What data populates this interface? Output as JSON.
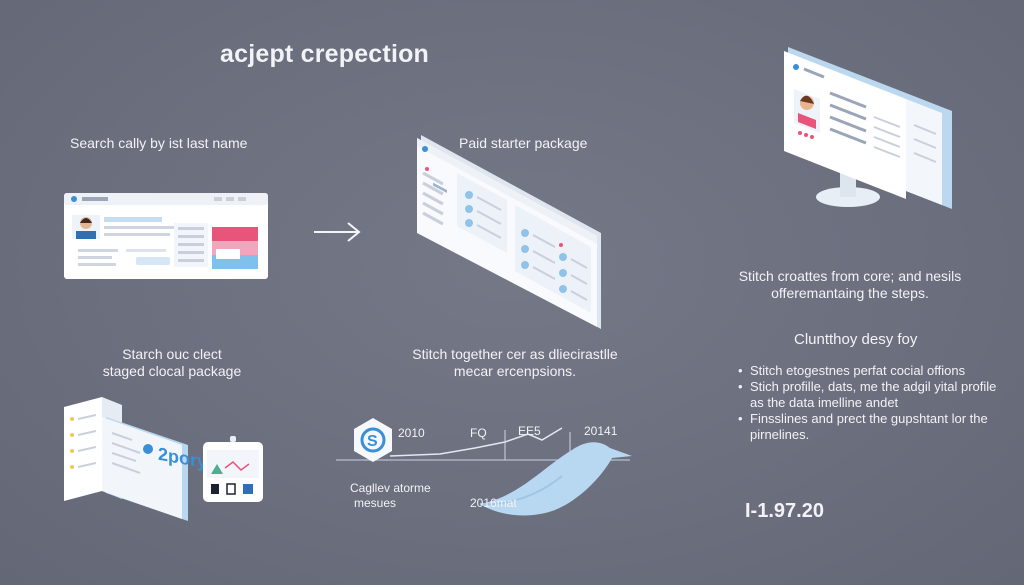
{
  "title": "acjept crepection",
  "arrow_icon": "arrow-right-icon",
  "sections": {
    "search": {
      "label": "Search cally by ist last name"
    },
    "starter": {
      "label": "Paid starter package"
    },
    "profile_desc": {
      "lines": [
        "Stitch croattes from core; and nesils",
        "offeremantaing the steps."
      ]
    },
    "staged": {
      "lines": [
        "Starch ouc clect",
        "staged clocal package"
      ]
    },
    "stitch": {
      "lines": [
        "Stitch together cer as dliecirastlle",
        "mecar ercenpsions."
      ]
    },
    "clunthoy": {
      "label": "Cluntthoy desy foy"
    }
  },
  "bullets": [
    "Stitch etogestnes perfat cocial offions",
    "Stich profille, dats, me the adgil yital profile as the data imelline andet",
    "Finsslines and prect the gupshtant lor the pirnelines."
  ],
  "timeline": {
    "labels": [
      "2010",
      "FQ",
      "EE5",
      "20141"
    ],
    "bottom_left": [
      "Cagllev atorme",
      "mesues"
    ],
    "bottom_right": "2016mat"
  },
  "card": {
    "brand": "2pory"
  },
  "version": "I-1.97.20",
  "colors": {
    "background": "#6b6f7e",
    "accent": "#3a8fd6",
    "pink": "#e8557a",
    "light_blue": "#b8d8f2"
  }
}
